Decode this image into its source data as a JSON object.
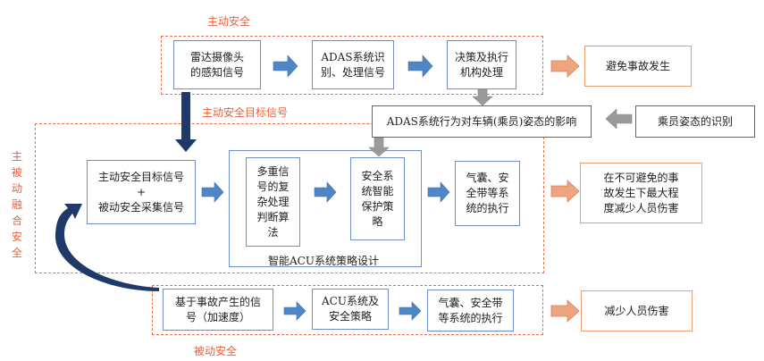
{
  "diagram": {
    "groups": {
      "active_safety": {
        "label": "主动安全"
      },
      "fusion_safety": {
        "label": "主被动融合安全"
      },
      "passive_safety": {
        "label": "被动安全"
      },
      "acu_design": {
        "label": "智能ACU系统策略设计"
      }
    },
    "connector_labels": {
      "active_target_signal": "主动安全目标信号"
    },
    "nodes": {
      "radar_camera": "雷达摄像头\n的感知信号",
      "adas_recognition": "ADAS系统识\n别、处理信号",
      "decision_execution": "决策及执行\n机构处理",
      "avoid_accident": "避免事故发生",
      "adas_behavior_impact": "ADAS系统行为对车辆(乘员)姿态的影响",
      "occupant_posture": "乘员姿态的识别",
      "combined_signal": "主动安全目标信号\n+\n被动安全采集信号",
      "multi_signal_algorithm": "多重信\n号的复\n杂处理\n判断算\n法",
      "safety_protection_strategy": "安全系\n统智能\n保护策\n略",
      "airbag_belt_execution_fusion": "气囊、安\n全带等系\n统的执行",
      "minimize_injury": "在不可避免的事\n故发生下最大程\n度减少人员伤害",
      "crash_signal": "基于事故产生的信\n号（加速度）",
      "acu_strategy": "ACU系统及\n安全策略",
      "airbag_belt_execution_passive": "气囊、安全带\n等系统的执行",
      "reduce_injury": "减少人员伤害"
    },
    "colors": {
      "blue_border": "#6f8fc8",
      "blue_arrow": "#4f86c6",
      "orange_border": "#e8a070",
      "orange_arrow": "#eea47c",
      "gray_arrow": "#9a9a9a",
      "navy_arrow": "#1f3a68",
      "group_dash": "#e8704a"
    }
  }
}
